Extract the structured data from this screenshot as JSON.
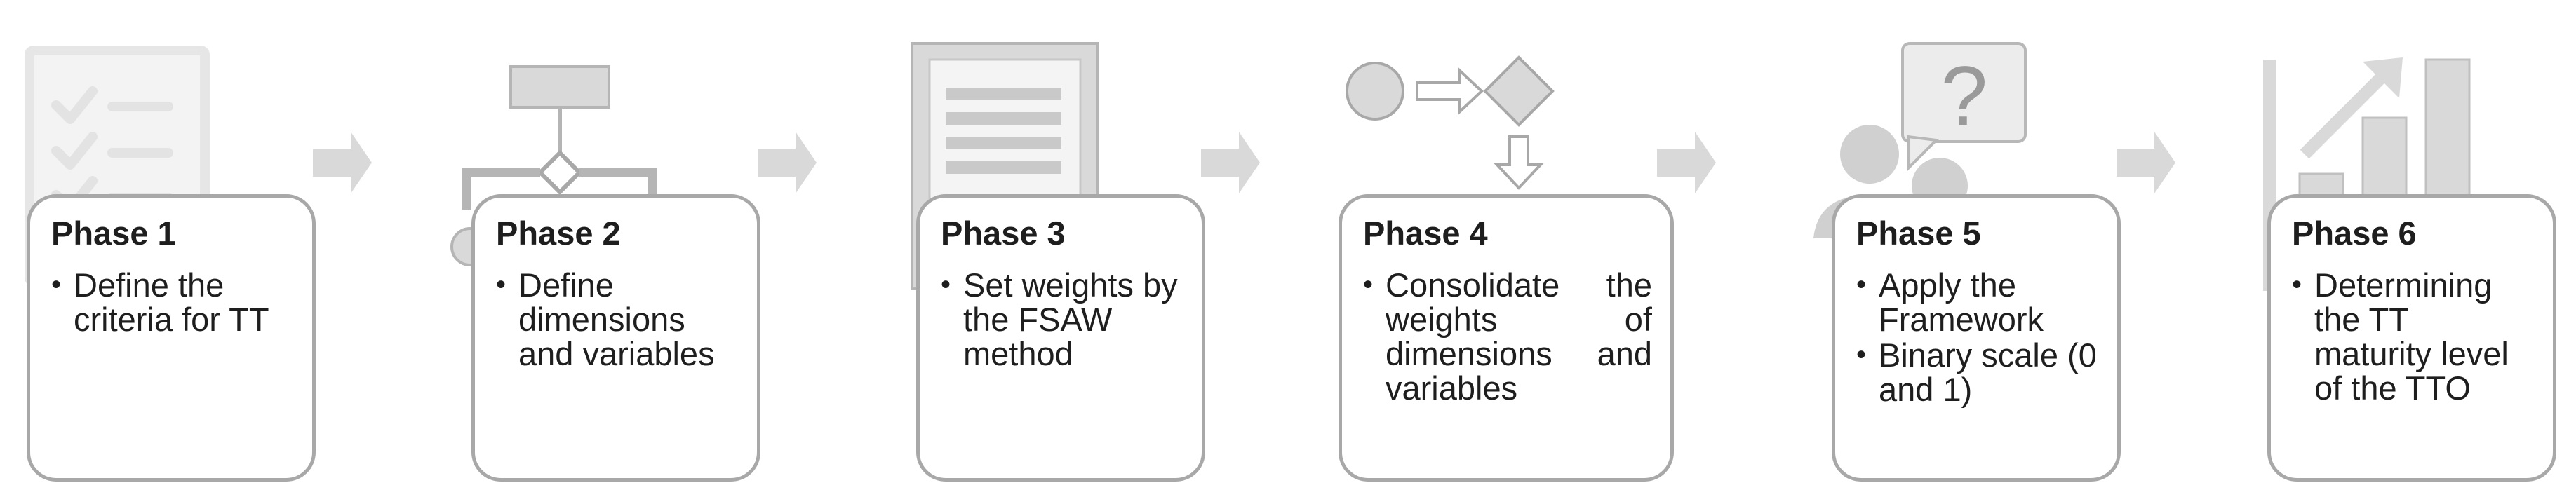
{
  "phases": [
    {
      "title": "Phase 1",
      "bullets": [
        "Define the criteria for TT"
      ],
      "icon": "checklist-icon"
    },
    {
      "title": "Phase 2",
      "bullets": [
        "Define dimensions and variables"
      ],
      "icon": "flowchart-icon"
    },
    {
      "title": "Phase 3",
      "bullets": [
        "Set weights by the FSAW method"
      ],
      "icon": "document-icon"
    },
    {
      "title": "Phase 4",
      "bullets": [
        "Consolidate the weights of dimensions and variables"
      ],
      "icon": "process-flow-icon"
    },
    {
      "title": "Phase 5",
      "bullets": [
        "Apply the Framework",
        "Binary scale (0 and 1)"
      ],
      "icon": "people-question-icon"
    },
    {
      "title": "Phase 6",
      "bullets": [
        "Determining the TT maturity level of the TTO"
      ],
      "icon": "growth-chart-icon"
    }
  ],
  "colors": {
    "icon_gray": "#d9d9d9",
    "icon_stroke": "#bfbfbf",
    "border": "#a8a8a8",
    "text": "#1e1e1e",
    "arrow": "#d9d9d9"
  }
}
